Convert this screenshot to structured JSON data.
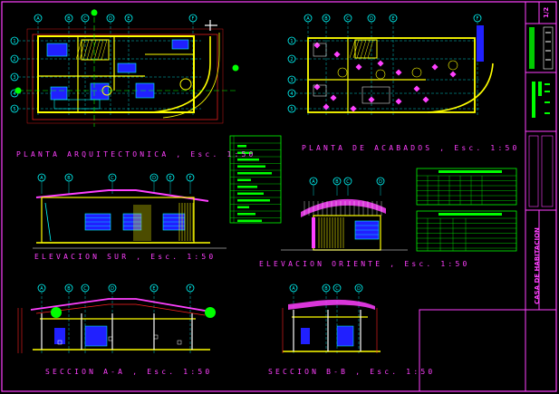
{
  "drawing": {
    "titles": {
      "plan_arch": "PLANTA  ARQUITECTONICA , Esc. 1:50",
      "plan_finishes": "PLANTA  DE  ACABADOS ,  Esc.  1:50",
      "elev_south": "ELEVACION   SUR ,  Esc.  1:50",
      "elev_east": "ELEVACION  ORIENTE ,  Esc.  1:50",
      "section_aa": "SECCION    A-A ,  Esc.  1:50",
      "section_bb": "SECCION   B-B ,  Esc.  1:50"
    },
    "title_block": {
      "sheet_number": "1/2",
      "project_name": "CASA DE HABITACION"
    },
    "axis_letters": [
      "A",
      "B",
      "C",
      "D",
      "E",
      "F"
    ],
    "axis_numbers": [
      "1",
      "2",
      "3",
      "4",
      "5"
    ],
    "colors": {
      "background": "#000000",
      "border": "#ff40ff",
      "walls": "#ffff00",
      "furniture": "#00ffff",
      "blue": "#2020ff",
      "green": "#00ff00",
      "red": "#ff2020",
      "white": "#ffffff"
    }
  }
}
